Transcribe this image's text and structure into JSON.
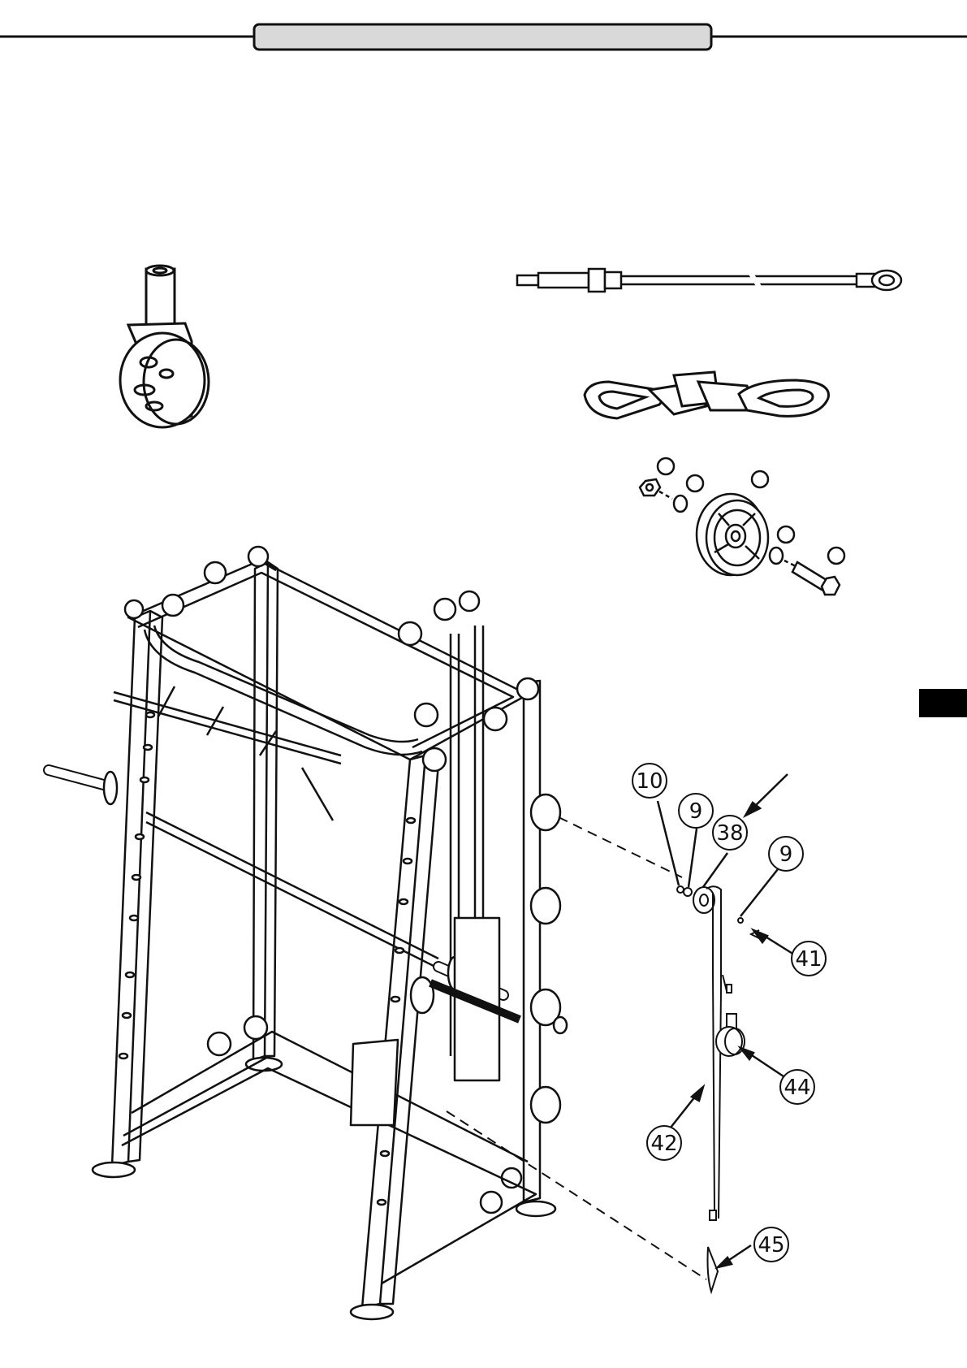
{
  "header": {
    "title_bar_text": ""
  },
  "side_tab": {
    "label": ""
  },
  "callouts": {
    "c10": "10",
    "c9a": "9",
    "c38": "38",
    "c9b": "9",
    "c41": "41",
    "c44": "44",
    "c42": "42",
    "c45": "45"
  },
  "colors": {
    "line": "#111111",
    "title_bar_fill": "#d9d9d9",
    "tab_fill": "#000000"
  }
}
